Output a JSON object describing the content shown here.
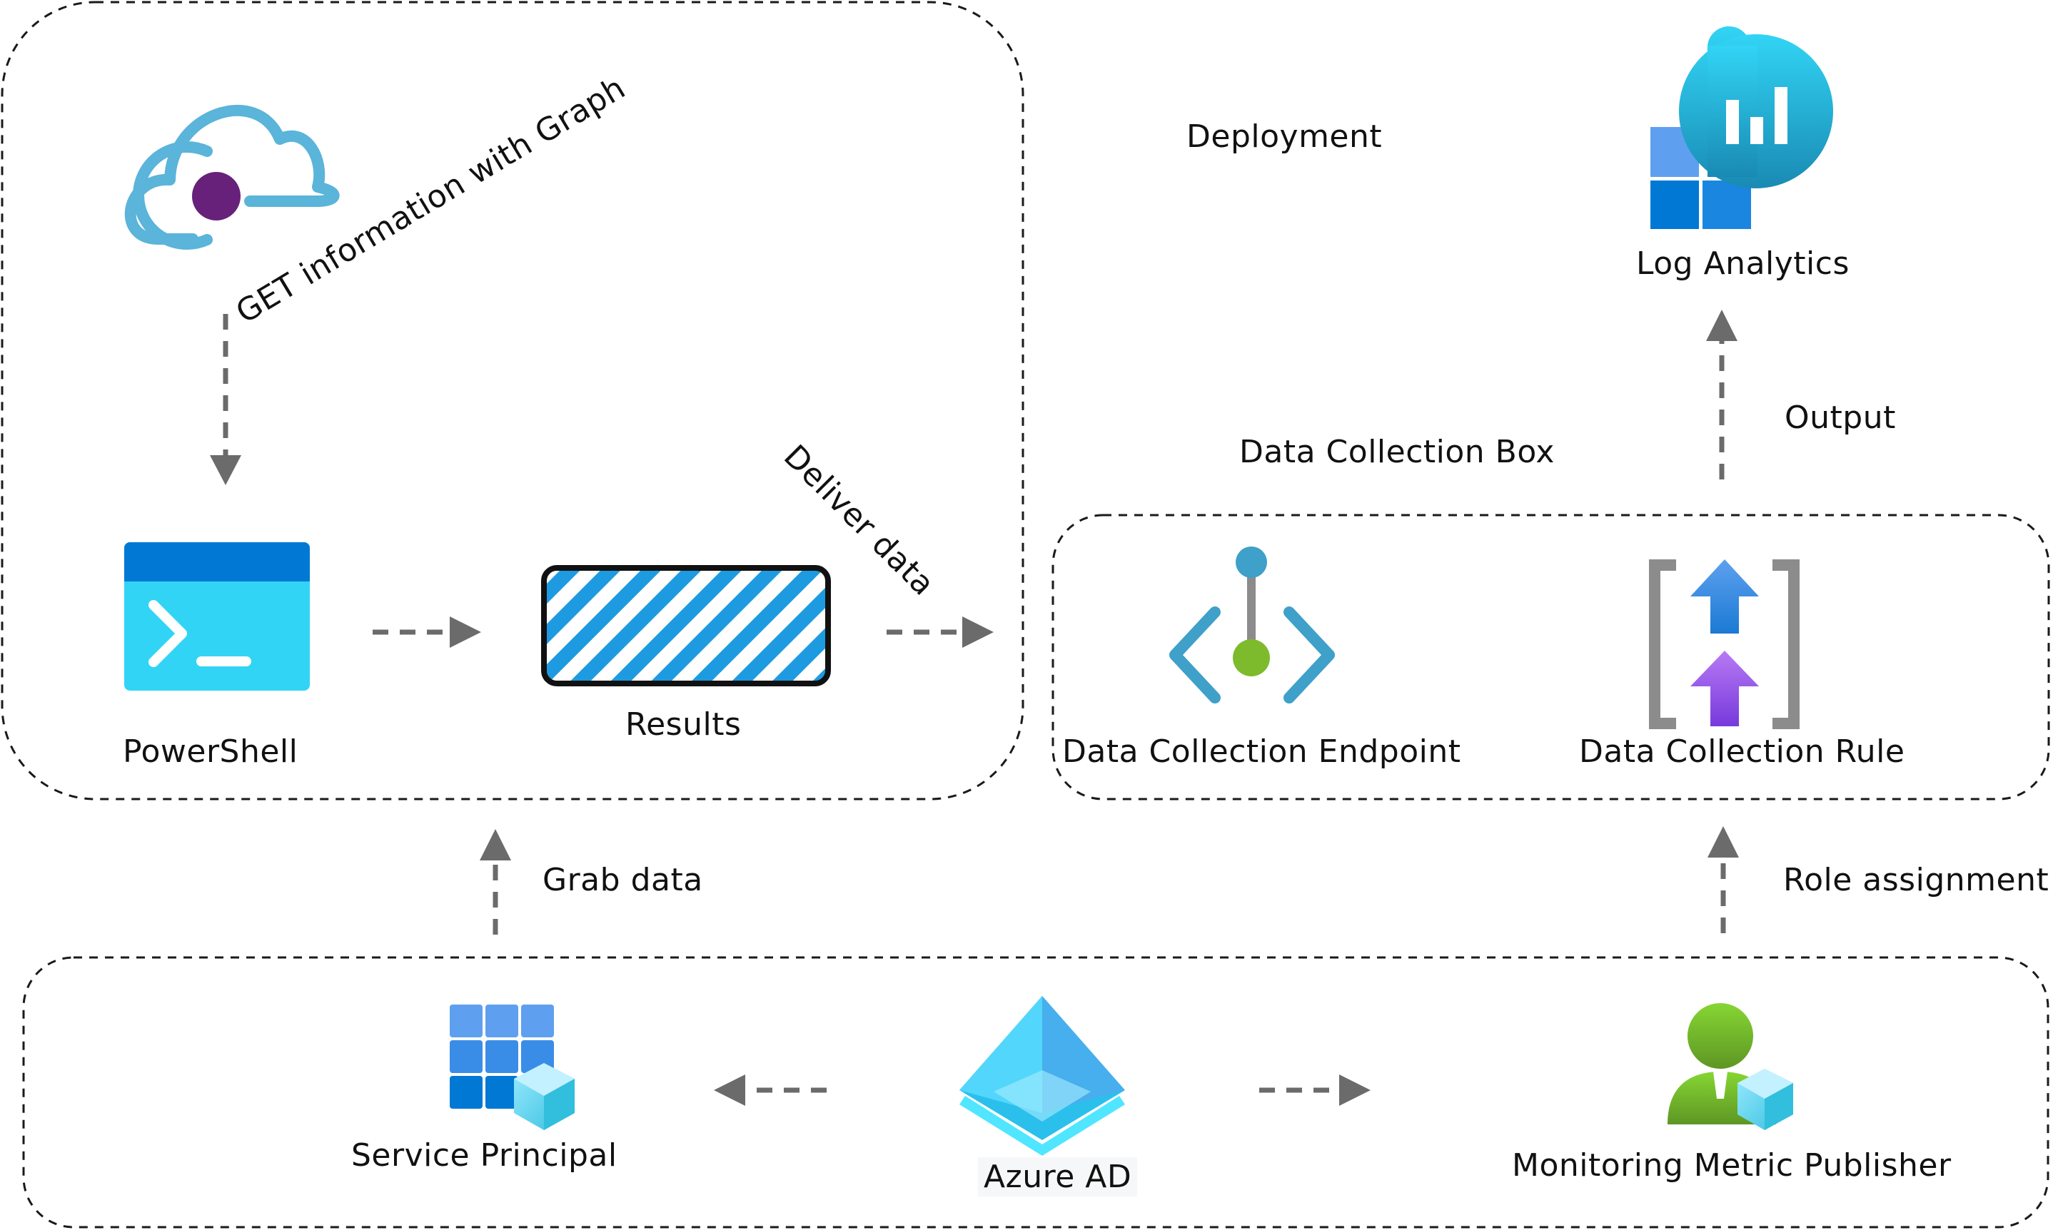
{
  "labels": {
    "graph_call": "GET information with Graph",
    "powershell": "PowerShell",
    "results": "Results",
    "deliver": "Deliver data",
    "deployment": "Deployment",
    "log_analytics": "Log Analytics",
    "output": "Output",
    "data_collection_box": "Data Collection Box",
    "dce": "Data Collection Endpoint",
    "dcr": "Data Collection Rule",
    "grab_data": "Grab data",
    "role_assignment": "Role assignment",
    "service_principal": "Service Principal",
    "azure_ad": "Azure AD",
    "monitoring_publisher": "Monitoring Metric Publisher"
  },
  "icons": {
    "graph": "cloud-graph-icon",
    "powershell": "powershell-icon",
    "results": "hatched-results-icon",
    "log_analytics": "log-analytics-icon",
    "dce": "data-collection-endpoint-icon",
    "dcr": "data-collection-rule-icon",
    "service_principal": "service-principal-icon",
    "azure_ad": "azure-ad-icon",
    "monitoring_publisher": "monitoring-metric-publisher-icon"
  },
  "colors": {
    "arrow": "#6b6b6b",
    "border": "#1a1a1a",
    "cloud": "#5bb4d9",
    "graph_dot": "#68217a",
    "powershell_header": "#0078d4",
    "powershell_body": "#32d4f5",
    "hatch": "#1e9be0",
    "dce_blue": "#3fa0c9",
    "dce_green": "#7dbb2c",
    "dcr_gray": "#8c8c8c",
    "dcr_up_blue": "#3a96dd",
    "dcr_up_purple": "#8a4fe0",
    "azure_ad": "#2bc0ec",
    "publisher_green": "#6aa524"
  }
}
